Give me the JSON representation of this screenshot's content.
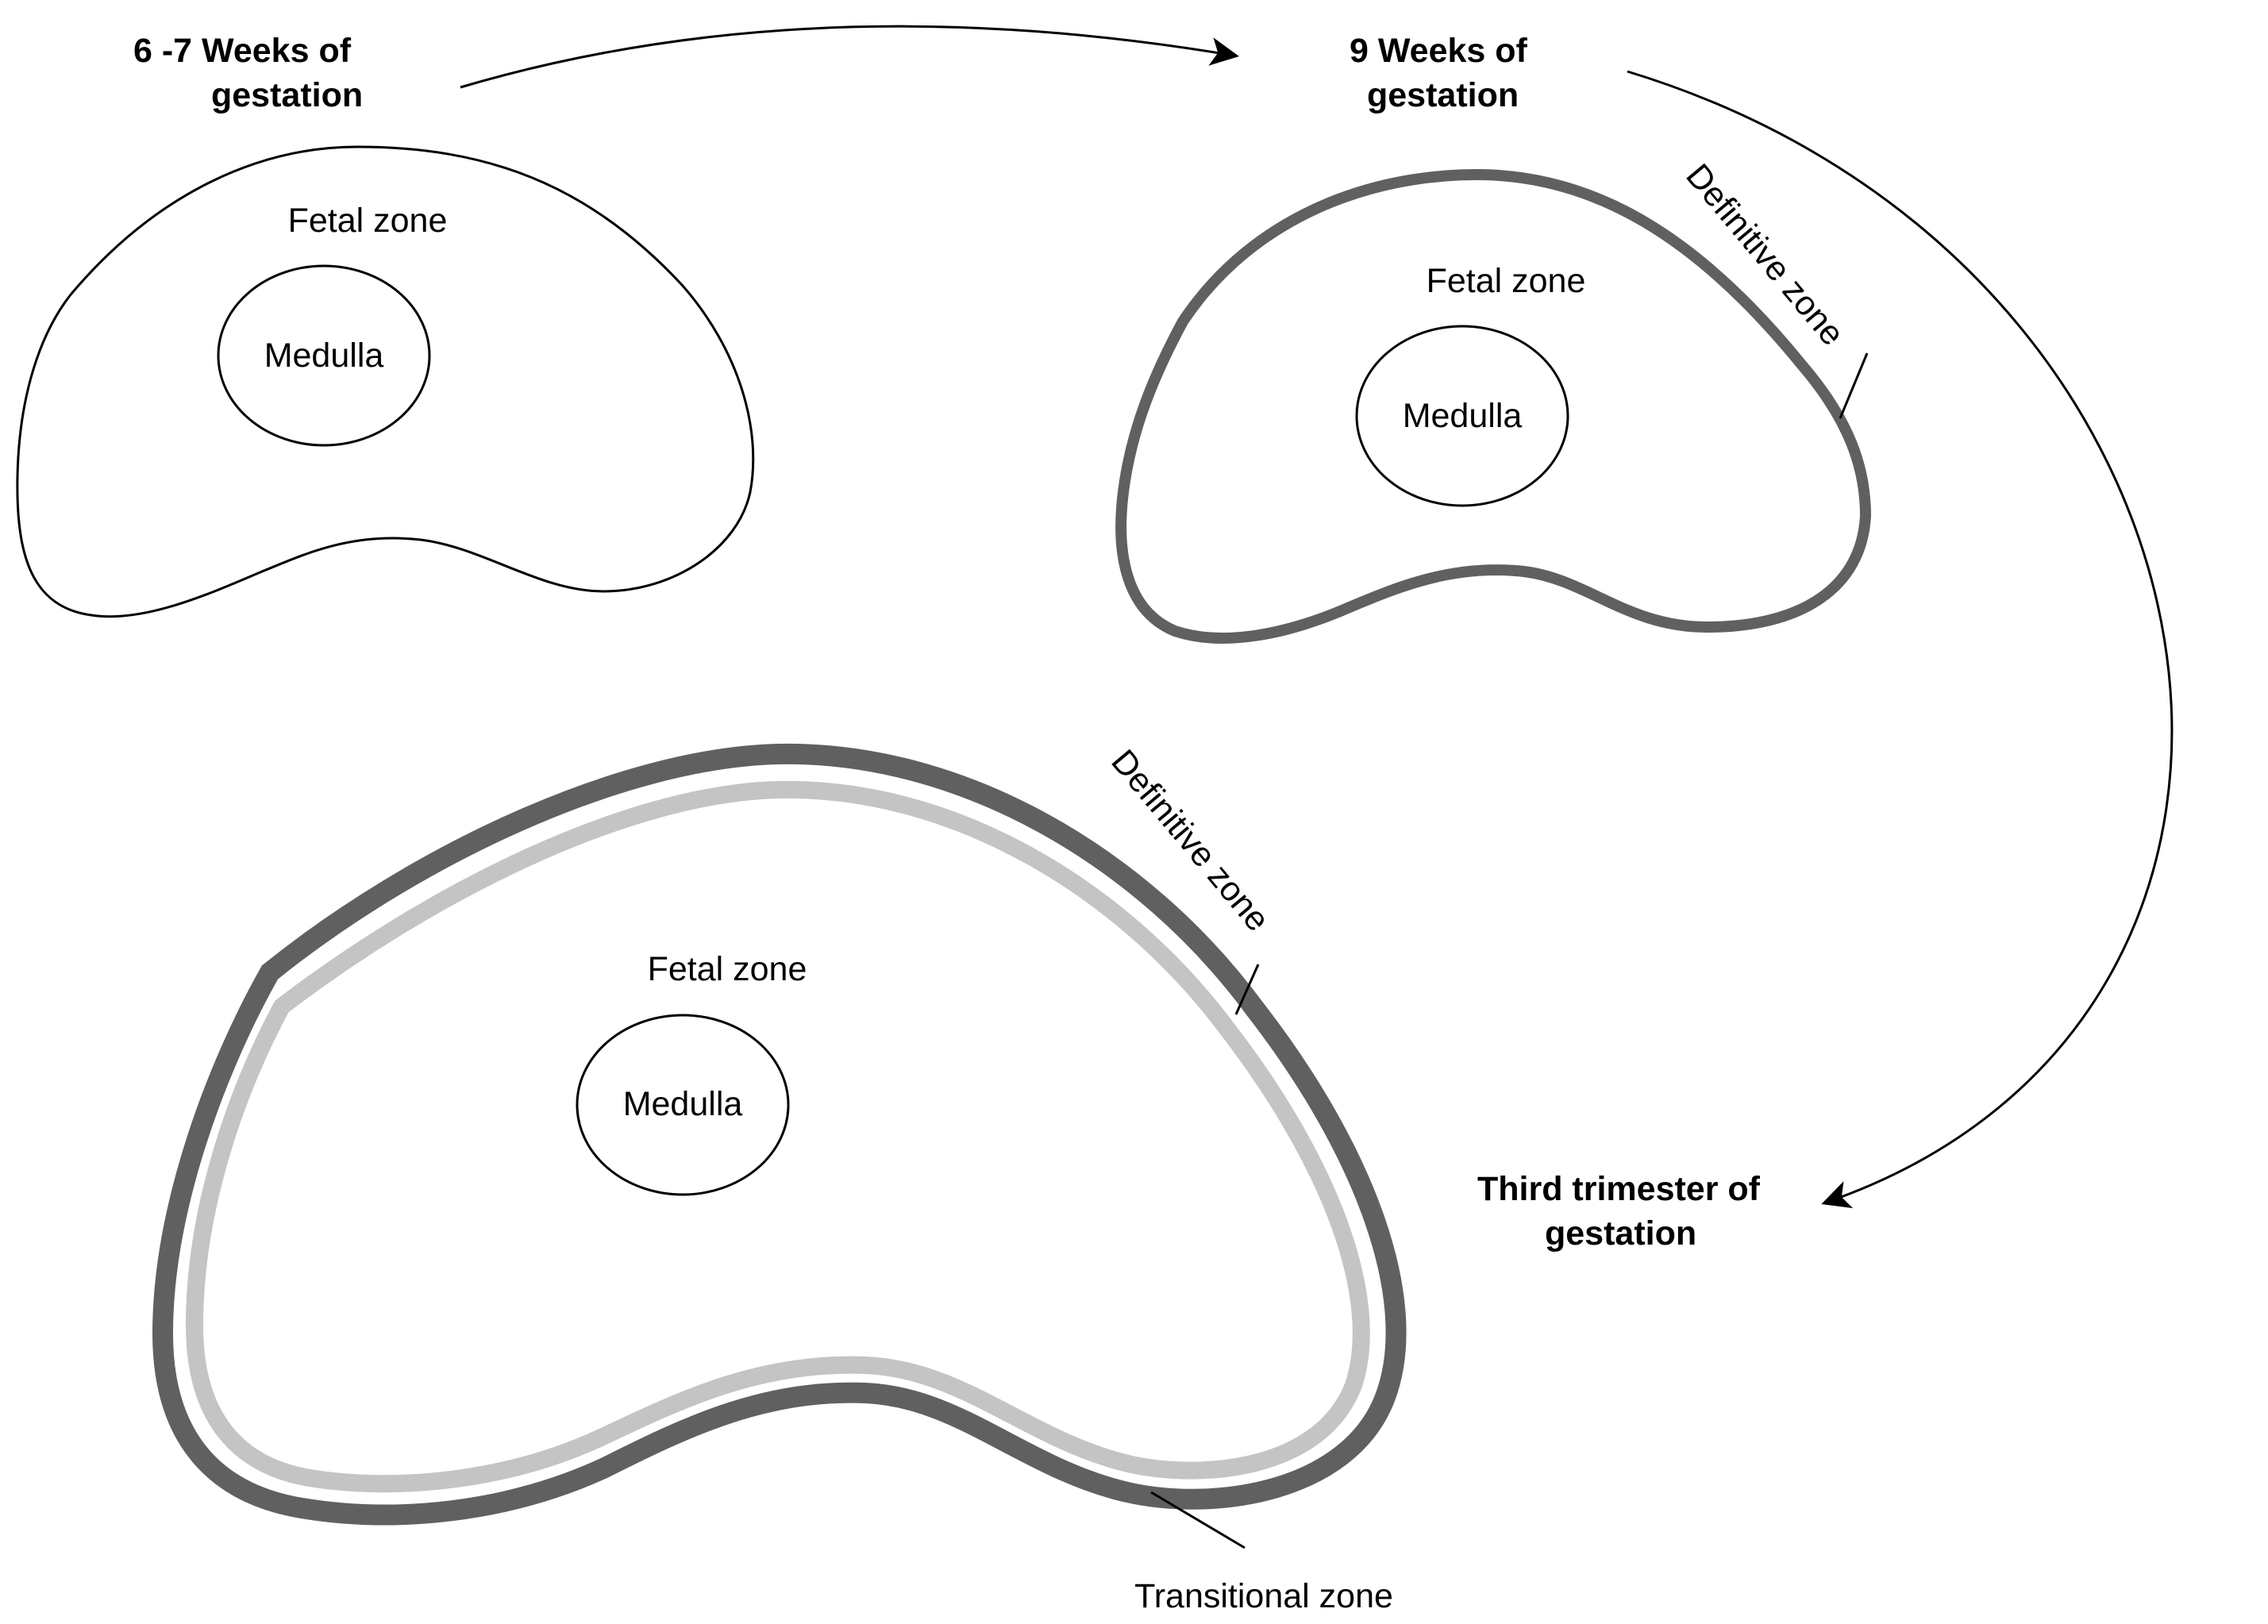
{
  "colors": {
    "definitive_zone": "#606060",
    "transitional_zone": "#c4c4c4",
    "outline": "#000000",
    "background": "#ffffff"
  },
  "stage_early": {
    "title_line1": "6 -7 Weeks of",
    "title_line2": "gestation",
    "fetal_zone": "Fetal zone",
    "medulla": "Medulla"
  },
  "stage_nine_weeks": {
    "title_line1": "9 Weeks of",
    "title_line2": "gestation",
    "fetal_zone": "Fetal zone",
    "medulla": "Medulla",
    "definitive_zone": "Definitive zone"
  },
  "stage_third_trimester": {
    "title_line1": "Third trimester of",
    "title_line2": "gestation",
    "fetal_zone": "Fetal zone",
    "medulla": "Medulla",
    "definitive_zone": "Definitive zone",
    "transitional_zone": "Transitional zone"
  }
}
